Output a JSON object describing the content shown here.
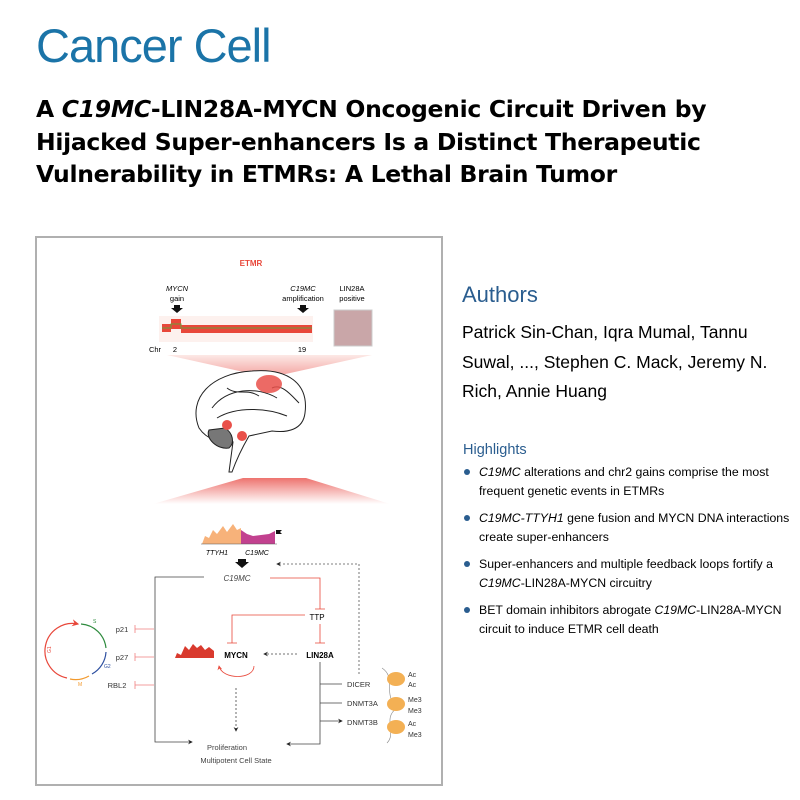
{
  "journal": "Cancer Cell",
  "title": {
    "pre": "A ",
    "italic": "C19MC",
    "post": "-LIN28A-MYCN Oncogenic Circuit Driven by Hijacked Super-enhancers Is a Distinct Therapeutic Vulnerability in ETMRs: A Lethal Brain Tumor"
  },
  "authors": {
    "heading": "Authors",
    "names": "Patrick Sin-Chan, Iqra Mumal, Tannu Suwal, ..., Stephen C. Mack, Jeremy N. Rich, Annie Huang"
  },
  "highlights": {
    "heading": "Highlights",
    "items": [
      {
        "italic": "C19MC",
        "text": " alterations and chr2 gains comprise the most frequent genetic events in ETMRs"
      },
      {
        "italic": "C19MC-TTYH1",
        "text": " gene fusion and MYCN DNA interactions create super-enhancers"
      },
      {
        "pre": "Super-enhancers and multiple feedback loops fortify a ",
        "italic": "C19MC",
        "text": "-LIN28A-MYCN circuitry"
      },
      {
        "pre": "BET domain inhibitors abrogate ",
        "italic": "C19MC",
        "text": "-LIN28A-MYCN circuit to induce ETMR cell death"
      }
    ]
  },
  "figure": {
    "title": "ETMR",
    "mycn_gain": [
      "MYCN",
      "gain"
    ],
    "c19mc_amp": [
      "C19MC",
      "amplification"
    ],
    "lin28a_pos": [
      "LIN28A",
      "positive"
    ],
    "chr_label": "Chr",
    "chr2": "2",
    "chr19": "19",
    "ttyh1": "TTYH1",
    "c19mc_track": "C19MC",
    "c19mc": "C19MC",
    "ttp": "TTP",
    "mycn": "MYCN",
    "lin28a": "LIN28A",
    "p21": "p21",
    "p27": "p27",
    "rbl2": "RBL2",
    "dicer": "DICER",
    "dnmt3a": "DNMT3A",
    "dnmt3b": "DNMT3B",
    "marks": [
      [
        "Ac",
        "Ac"
      ],
      [
        "Me3",
        "Me3"
      ],
      [
        "Ac",
        "Me3"
      ]
    ],
    "cycle": {
      "g1": "G1",
      "s": "S",
      "g2": "G2",
      "m": "M"
    },
    "outcome": [
      "Proliferation",
      "Multipotent Cell State"
    ],
    "colors": {
      "red": "#e8473a",
      "pink": "#f08080",
      "orange": "#f7b27a",
      "magenta": "#c2418f"
    }
  }
}
